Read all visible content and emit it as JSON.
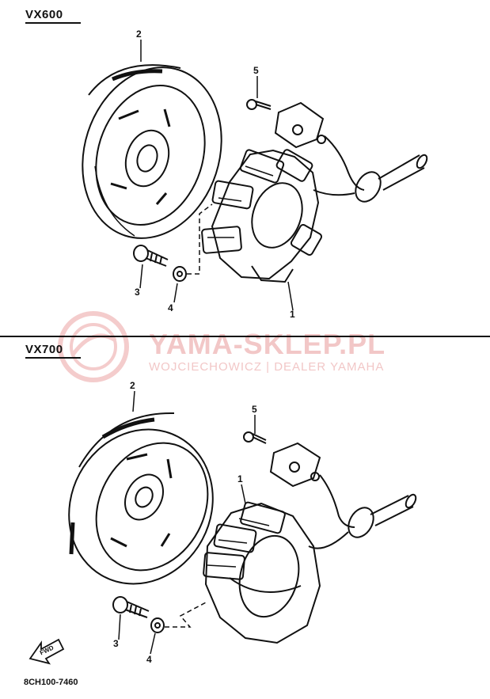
{
  "sections": [
    {
      "model": "VX600",
      "callouts": [
        "2",
        "5",
        "3",
        "4",
        "1"
      ]
    },
    {
      "model": "VX700",
      "callouts": [
        "2",
        "5",
        "1",
        "3",
        "4"
      ]
    }
  ],
  "watermark": {
    "title": "YAMA-SKLEP.PL",
    "subtitle": "WOJCIECHOWICZ | DEALER YAMAHA"
  },
  "fwd_label": "FWD",
  "diagram_code": "8CH100-7460",
  "colors": {
    "ink": "#111111",
    "watermark": "#f2c7c7"
  },
  "icons": [
    "flywheel-rotor",
    "stator-coil",
    "bolt",
    "washer",
    "screw",
    "pickup-coil",
    "fwd-arrow-icon",
    "watermark-logo-icon"
  ]
}
